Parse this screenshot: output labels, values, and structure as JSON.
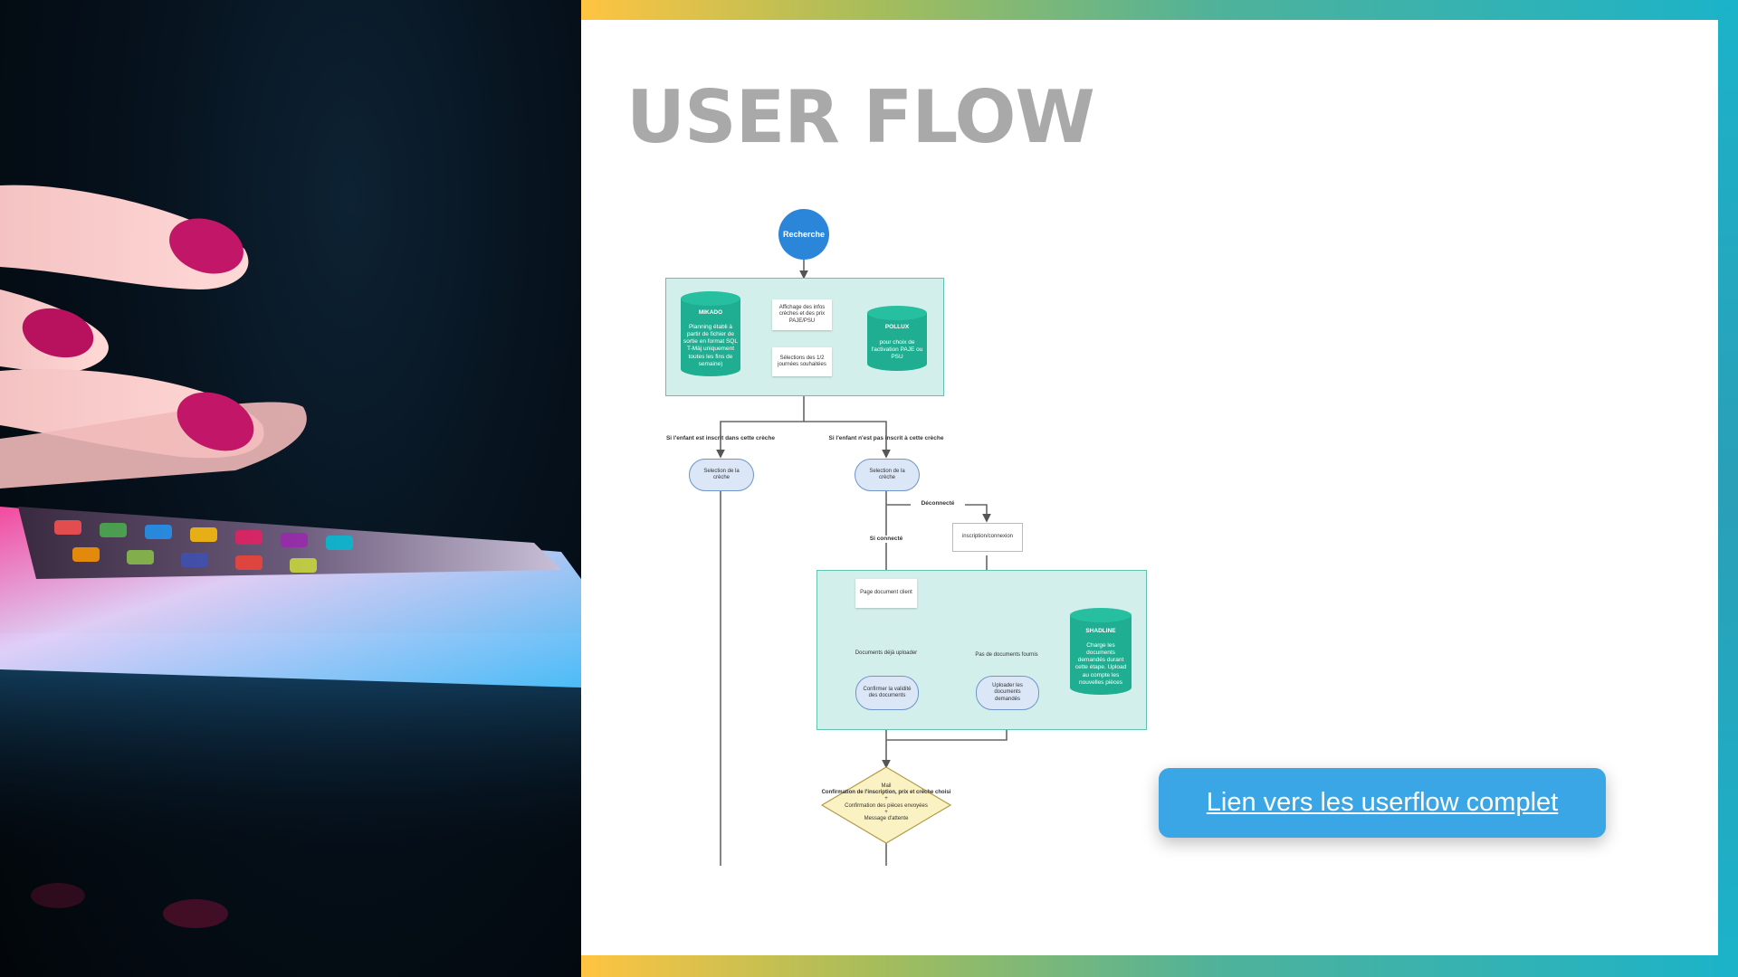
{
  "slide": {
    "title": "USER FLOW",
    "link_label": "Lien vers les userflow complet"
  },
  "flow": {
    "start": "Recherche",
    "mikado": {
      "title": "MIKADO",
      "text": "Planning établi à partir de fichier de sortie en format SQL T-Màj uniquement toutes les fins de semaine)"
    },
    "display_info": "Affichage des infos crèches et des prix PAJE/PSU",
    "select_choice": "Sélections des 1/2 journées souhaitées",
    "pollux": {
      "title": "POLLUX",
      "text": "pour choix de l'activation PAJE ou PSU"
    },
    "branch_enrolled": "Si l'enfant est inscrit dans cette crèche",
    "branch_not_enrolled": "Si l'enfant n'est pas inscrit à cette crèche",
    "select_creche_left": "Selection de la crèche",
    "select_creche_right": "Selection de la crèche",
    "disconnected": "Déconnecté",
    "signup": "inscription/connexion",
    "connected": "Si connecté",
    "client_page": "Page document client",
    "docs_uploaded": "Documents déjà uploader",
    "no_docs": "Pas de documents fournis",
    "confirm_docs": "Confirmer la validité des documents",
    "upload_docs": "Uploader les documents demandés",
    "shadline": {
      "title": "SHADLINE",
      "text": "Charge les documents demandés durant cette étape. Upload au compte les nouvelles pièces"
    },
    "mail": {
      "line1": "Mail",
      "line2": "Confirmation de l'inscription, prix et crèche choisi",
      "line3": "+",
      "line4": "Confirmation des pièces envoyées",
      "line5": "+",
      "line6": "Message d'attente"
    }
  },
  "colors": {
    "title": "#a9a9a9",
    "link_button": "#3ba6e6",
    "start_node": "#2b86d9",
    "group_fill": "#d3efeb",
    "cylinder": "#1fae91",
    "decision": "#fbf2c3"
  }
}
